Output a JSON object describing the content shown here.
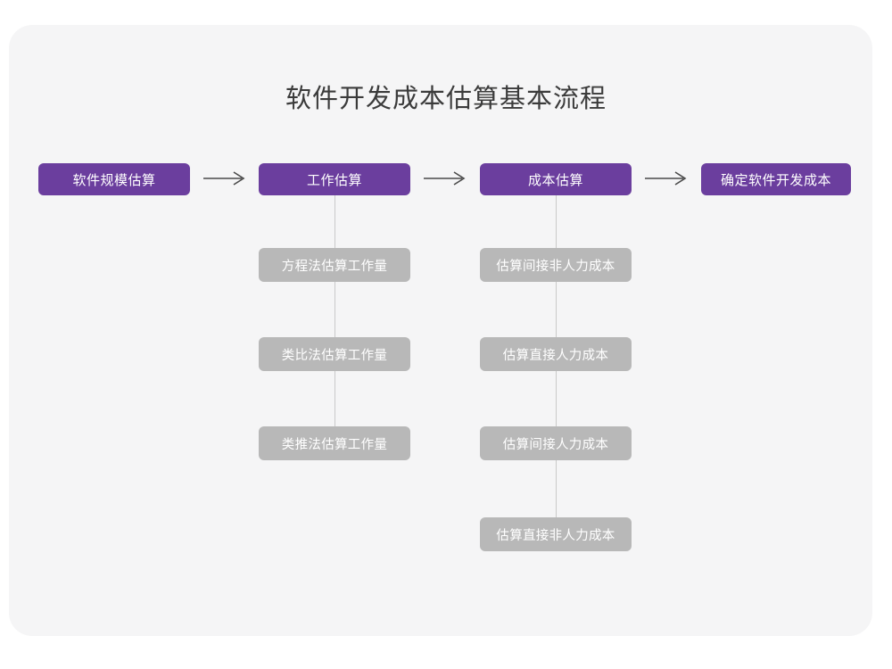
{
  "page": {
    "title": "软件开发成本估算基本流程",
    "background_color": "#ffffff",
    "card_color": "#f5f5f6",
    "primary_color": "#6b3e9e",
    "sub_color": "#b8b8b8",
    "title_color": "#3b3b3b",
    "connector_color": "#c9c9c9",
    "arrow_color": "#4a4a4a"
  },
  "flow": {
    "stages": [
      {
        "label": "软件规模估算",
        "sub_items": []
      },
      {
        "label": "工作估算",
        "sub_items": [
          "方程法估算工作量",
          "类比法估算工作量",
          "类推法估算工作量"
        ]
      },
      {
        "label": "成本估算",
        "sub_items": [
          "估算间接非人力成本",
          "估算直接人力成本",
          "估算间接人力成本",
          "估算直接非人力成本"
        ]
      },
      {
        "label": "确定软件开发成本",
        "sub_items": []
      }
    ],
    "connectors": [
      {
        "icon": "arrow-right-icon",
        "from": "软件规模估算",
        "to": "工作估算"
      },
      {
        "icon": "arrow-right-icon",
        "from": "工作估算",
        "to": "成本估算"
      },
      {
        "icon": "arrow-right-icon",
        "from": "成本估算",
        "to": "确定软件开发成本"
      }
    ]
  }
}
